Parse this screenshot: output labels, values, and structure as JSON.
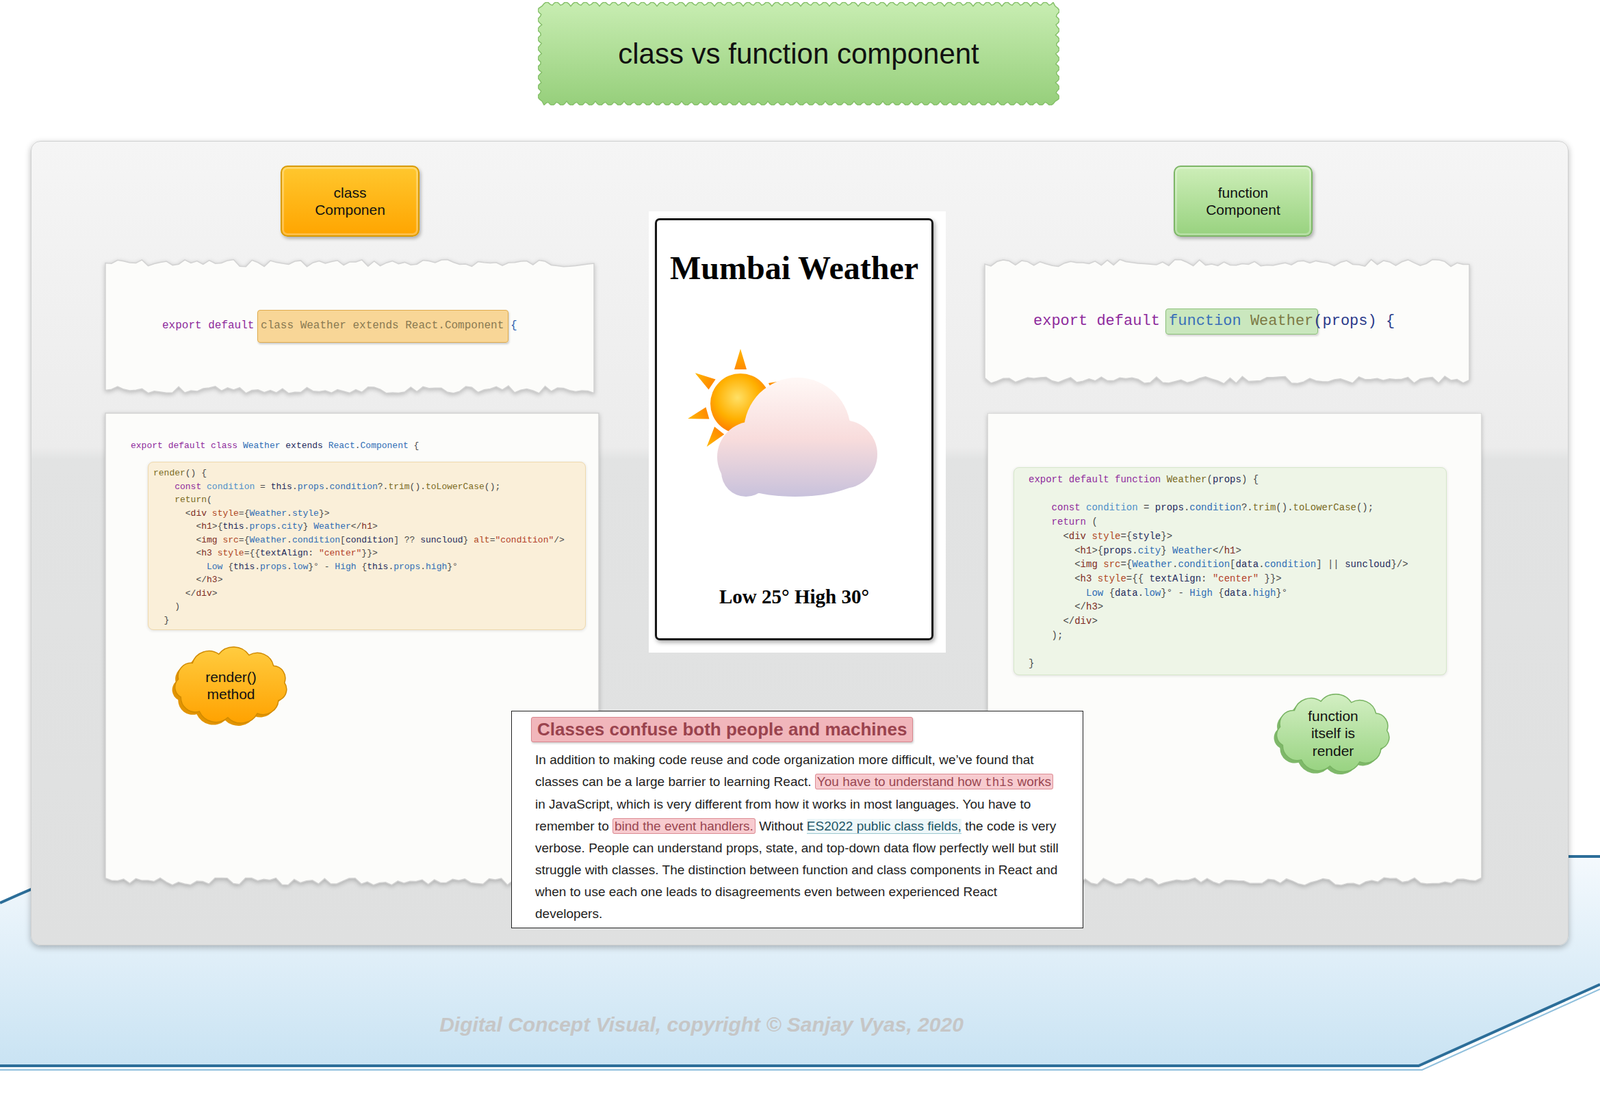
{
  "diagram": {
    "title": "class vs function component",
    "nodes": [
      {
        "text": [
          "class Componen"
        ]
      },
      {
        "text": [
          "function Component"
        ]
      },
      {
        "text": [
          "Mumbai Weather",
          "Low 25° High 30°"
        ]
      },
      {
        "text": [
          "export default class Weather extends React.Component {"
        ]
      },
      {
        "text": [
          "export default function Weather(props) {"
        ]
      },
      {
        "text": [
          "export default class Weather extends React.Component {"
        ]
      },
      {
        "text": [
          "render() {",
          "const condition = this.props.condition?.trim().toLowerCase();",
          "return(",
          "<div style={Weather.style}>",
          "<h1>{this.props.city} Weather</h1>",
          "<img src={Weather.condition[condition] ?? suncloud} alt=\"condition\"/>",
          "<h3 style={{textAlign: \"center\"}}>",
          "Low {this.props.low}° - High {this.props.high}°",
          "</h3>",
          "</div>",
          ")",
          "}"
        ],
        "in": 5
      },
      {
        "text": [
          "render() method"
        ],
        "in": 5
      },
      {
        "text": [
          "export default function Weather(props) {",
          "const condition = props.condition?.trim().toLowerCase();",
          "return (",
          "<div style={style}>",
          "<h1>{props.city} Weather</h1>",
          "<img src={Weather.condition[data.condition] || suncloud}/>",
          "<h3 style={{ textAlign: \"center\" }}>",
          "Low {data.low}° - High {data.high}°",
          "</h3>",
          "</div>",
          ");",
          "}"
        ]
      },
      {
        "text": [
          "function itself is render"
        ]
      },
      {
        "text": [
          "Classes confuse both people and machines",
          "In addition to making code reuse and code organization more difficult, we’ve found that classes can be a large barrier to learning React. You have to understand how this works in JavaScript, which is very different from how it works in most languages. You have to remember to bind the event handlers. Without ES2022 public class fields, the code is very verbose. People can understand props, state, and top-down data flow perfectly well but still struggle with classes. The distinction between function and class components in React and when to use each one leads to disagreements even between experienced React developers."
        ]
      }
    ],
    "labels": [
      "Digital Concept Visual, copyright © Sanjay Vyas, 2020"
    ]
  }
}
